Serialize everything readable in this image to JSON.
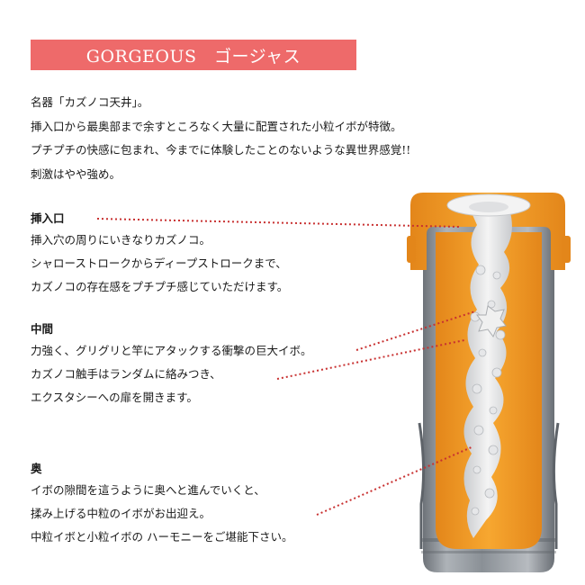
{
  "banner": {
    "title": "GORGEOUS　ゴージャス",
    "color": "#ee6a6a"
  },
  "intro": {
    "lines": [
      "名器「カズノコ天井」。",
      "挿入口から最奥部まで余すところなく大量に配置された小粒イボが特徴。",
      "プチプチの快感に包まれ、今までに体験したことのないような異世界感覚!!",
      "刺激はやや強め。"
    ]
  },
  "sections": [
    {
      "heading": "挿入口",
      "lines": [
        "挿入穴の周りにいきなりカズノコ。",
        "シャローストロークからディープストロークまで、",
        "カズノコの存在感をプチプチ感じていただけます。"
      ]
    },
    {
      "heading": "中間",
      "lines": [
        "力強く、グリグリと竿にアタックする衝撃の巨大イボ。",
        "カズノコ触手はランダムに絡みつき、",
        "エクスタシーへの扉を開きます。"
      ]
    },
    {
      "heading": "奥",
      "lines": [
        "イボの隙間を這うように奥へと進んでいくと、",
        "揉み上げる中粒のイボがお出迎え。",
        "中粒イボと小粒イボの ハーモニーをご堪能下さい。"
      ]
    }
  ],
  "colors": {
    "orange": "#f39a1e",
    "casing": "#8f9499",
    "pointer": "#c83030"
  }
}
